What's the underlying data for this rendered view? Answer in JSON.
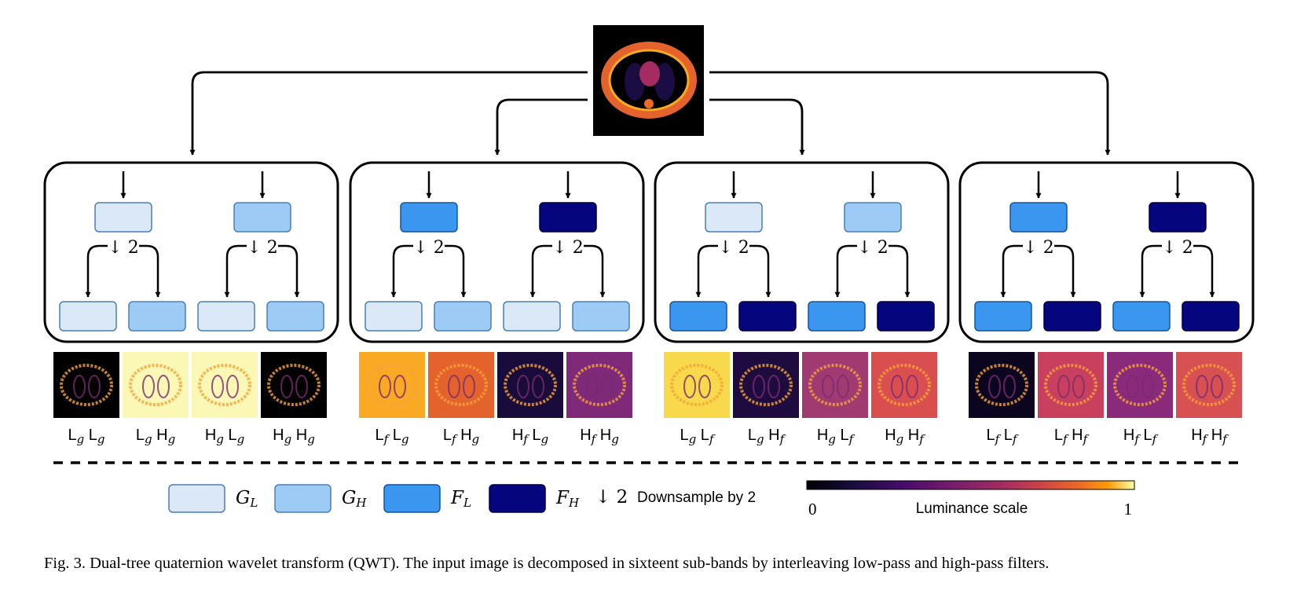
{
  "colors": {
    "G_L": "#dbe8f8",
    "G_H": "#9ecbf5",
    "F_L": "#3b96f0",
    "F_H": "#05057e",
    "box_stroke": "#000000"
  },
  "groups": [
    {
      "top_filters": [
        "G_L",
        "G_H"
      ],
      "bottom_filters": [
        "G_L",
        "G_H",
        "G_L",
        "G_H"
      ],
      "downsample": [
        "↓ 2",
        "↓ 2"
      ],
      "subbands": [
        {
          "a": "L",
          "as": "g",
          "b": "L",
          "bs": "g",
          "tile": "#000000"
        },
        {
          "a": "L",
          "as": "g",
          "b": "H",
          "bs": "g",
          "tile": "#fbf7b4"
        },
        {
          "a": "H",
          "as": "g",
          "b": "L",
          "bs": "g",
          "tile": "#fbf7b4"
        },
        {
          "a": "H",
          "as": "g",
          "b": "H",
          "bs": "g",
          "tile": "#000000"
        }
      ]
    },
    {
      "top_filters": [
        "F_L",
        "F_H"
      ],
      "bottom_filters": [
        "G_L",
        "G_H",
        "G_L",
        "G_H"
      ],
      "downsample": [
        "↓ 2",
        "↓ 2"
      ],
      "subbands": [
        {
          "a": "L",
          "as": "f",
          "b": "L",
          "bs": "g",
          "tile": "#f9a923"
        },
        {
          "a": "L",
          "as": "f",
          "b": "H",
          "bs": "g",
          "tile": "#e4632d"
        },
        {
          "a": "H",
          "as": "f",
          "b": "L",
          "bs": "g",
          "tile": "#190c3a"
        },
        {
          "a": "H",
          "as": "f",
          "b": "H",
          "bs": "g",
          "tile": "#7e2a78"
        }
      ]
    },
    {
      "top_filters": [
        "G_L",
        "G_H"
      ],
      "bottom_filters": [
        "F_L",
        "F_H",
        "F_L",
        "F_H"
      ],
      "downsample": [
        "↓ 2",
        "↓ 2"
      ],
      "subbands": [
        {
          "a": "L",
          "as": "g",
          "b": "L",
          "bs": "f",
          "tile": "#f7d94b"
        },
        {
          "a": "L",
          "as": "g",
          "b": "H",
          "bs": "f",
          "tile": "#1e0c3e"
        },
        {
          "a": "H",
          "as": "g",
          "b": "L",
          "bs": "f",
          "tile": "#a23a72"
        },
        {
          "a": "H",
          "as": "g",
          "b": "H",
          "bs": "f",
          "tile": "#d94f4f"
        }
      ]
    },
    {
      "top_filters": [
        "F_L",
        "F_H"
      ],
      "bottom_filters": [
        "F_L",
        "F_H",
        "F_L",
        "F_H"
      ],
      "downsample": [
        "↓ 2",
        "↓ 2"
      ],
      "subbands": [
        {
          "a": "L",
          "as": "f",
          "b": "L",
          "bs": "f",
          "tile": "#0c0520"
        },
        {
          "a": "L",
          "as": "f",
          "b": "H",
          "bs": "f",
          "tile": "#c8405e"
        },
        {
          "a": "H",
          "as": "f",
          "b": "L",
          "bs": "f",
          "tile": "#8a2a7a"
        },
        {
          "a": "H",
          "as": "f",
          "b": "H",
          "bs": "f",
          "tile": "#d75152"
        }
      ]
    }
  ],
  "legend": {
    "items": [
      {
        "key": "G_L",
        "base": "G",
        "sub": "L"
      },
      {
        "key": "G_H",
        "base": "G",
        "sub": "H"
      },
      {
        "key": "F_L",
        "base": "F",
        "sub": "L"
      },
      {
        "key": "F_H",
        "base": "F",
        "sub": "H"
      }
    ],
    "downsample_symbol": "↓ 2",
    "downsample_text": "Downsample by 2",
    "scale_min": "0",
    "scale_max": "1",
    "scale_label": "Luminance scale"
  },
  "caption": "Fig. 3.  Dual-tree quaternion wavelet transform (QWT). The input image is decomposed in sixteent sub-bands by interleaving low-pass and high-pass filters."
}
